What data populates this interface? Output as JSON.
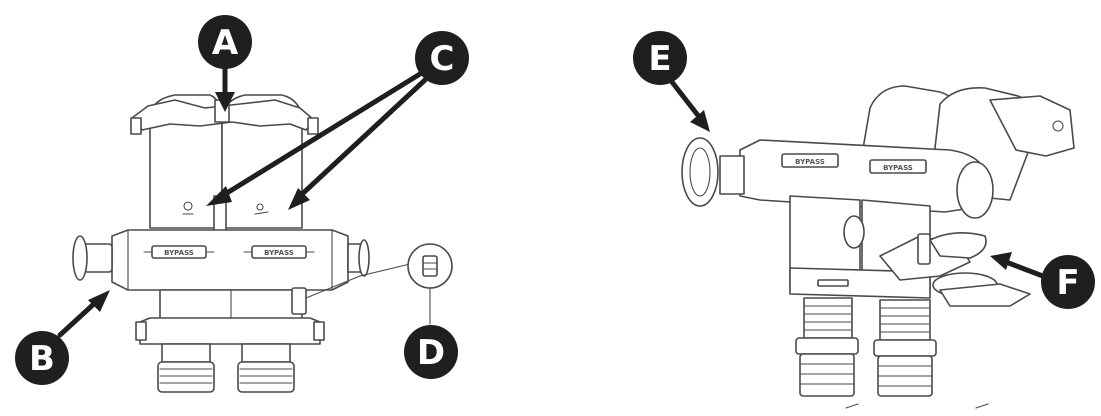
{
  "callouts": {
    "a": "A",
    "b": "B",
    "c": "C",
    "d": "D",
    "e": "E",
    "f": "F"
  },
  "part_labels": {
    "bypass_left": "BYPASS",
    "bypass_right": "BYPASS"
  },
  "colors": {
    "callout": "#1f1f1f",
    "outline": "#4a4a4a"
  }
}
